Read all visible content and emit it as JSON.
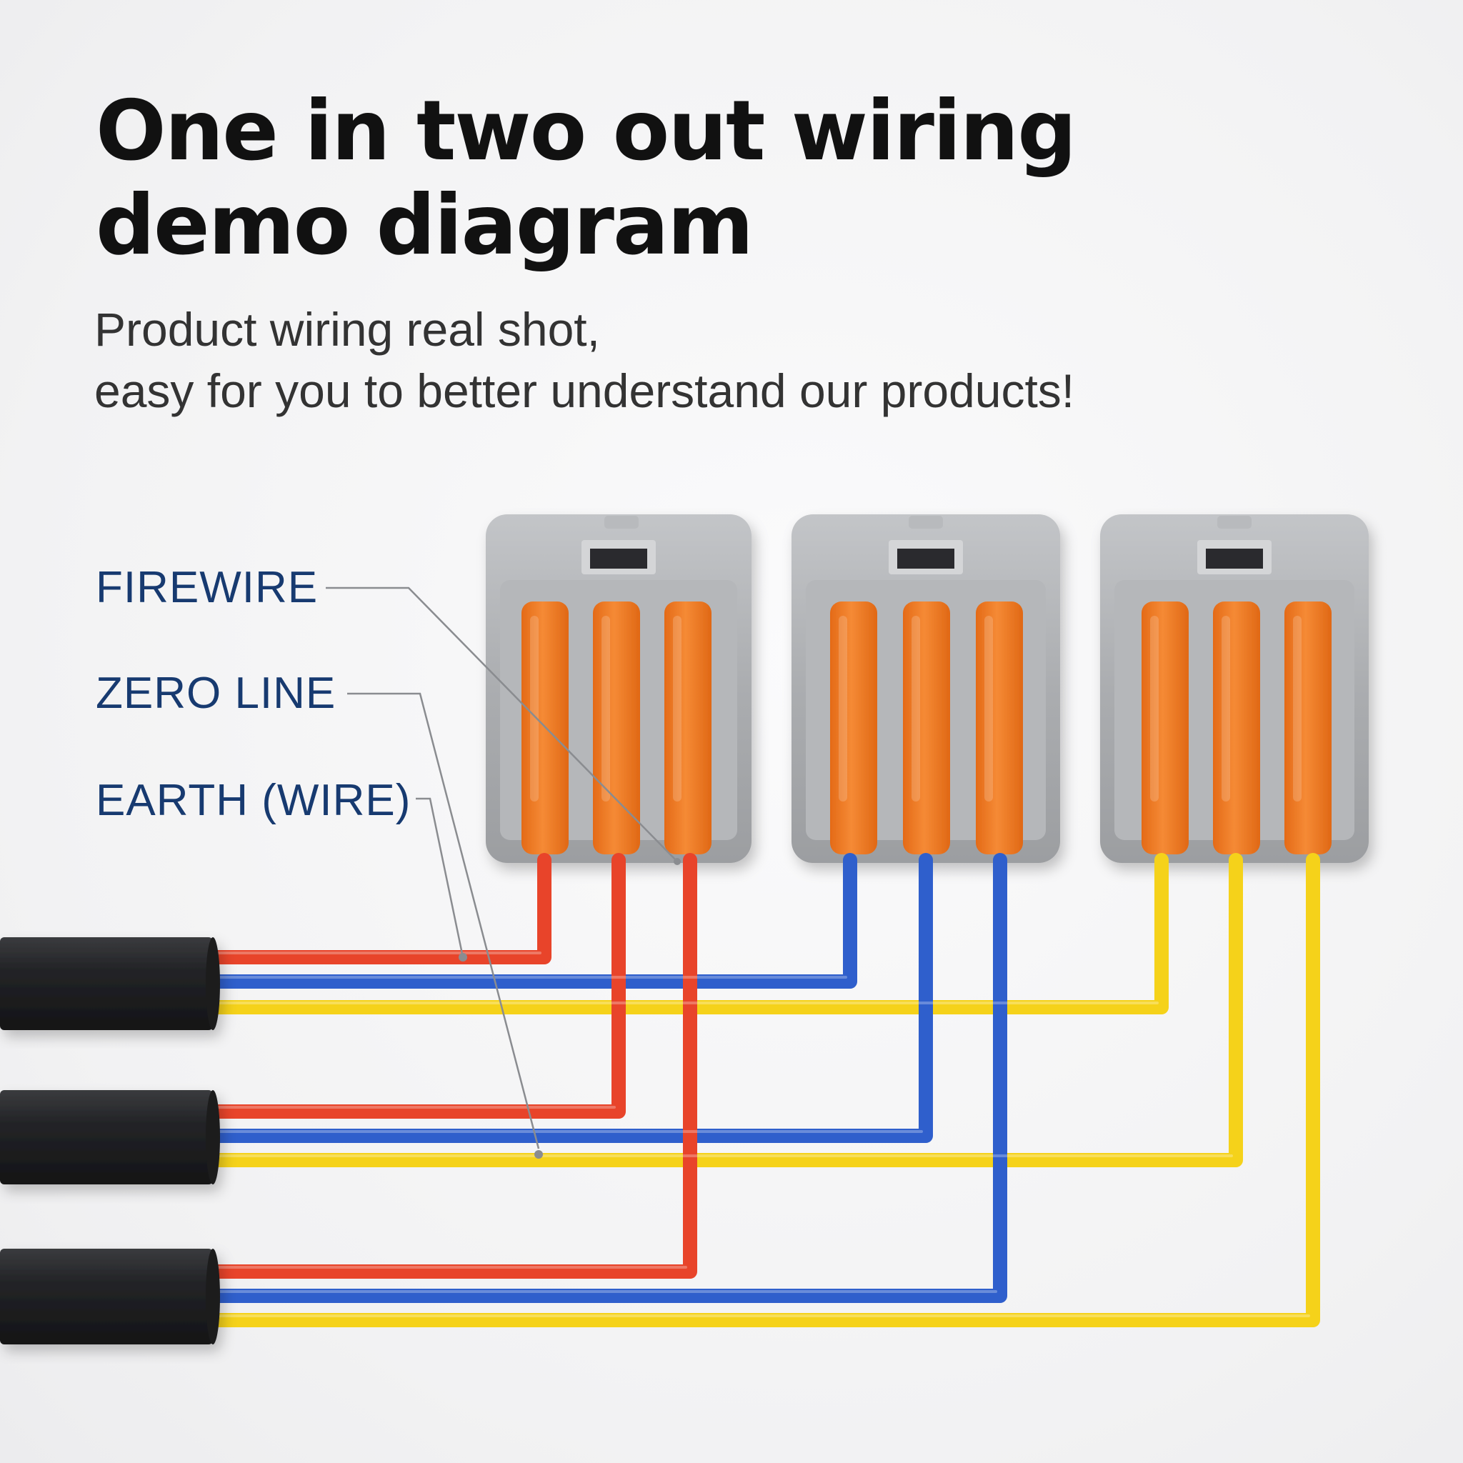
{
  "heading": {
    "line1": "One in two out wiring",
    "line2": "demo diagram"
  },
  "subheading": {
    "line1": "Product wiring real shot,",
    "line2": "easy for you to better understand our products!"
  },
  "legend": {
    "firewire": "FIREWIRE",
    "zero_line": "ZERO LINE",
    "earth": "EARTH (WIRE)"
  },
  "colors": {
    "firewire": "#e8442a",
    "zero_line": "#2f5fcc",
    "earth": "#f5d21a",
    "lever": "#f07a21",
    "connector_body": "#a9abae",
    "cable_jacket": "#222325",
    "label_text": "#173a70"
  },
  "connectors": [
    {
      "name": "connector-firewire",
      "wire": "firewire"
    },
    {
      "name": "connector-zero-line",
      "wire": "zero_line"
    },
    {
      "name": "connector-earth",
      "wire": "earth"
    }
  ],
  "cables": [
    {
      "name": "cable-input"
    },
    {
      "name": "cable-output-1"
    },
    {
      "name": "cable-output-2"
    }
  ]
}
